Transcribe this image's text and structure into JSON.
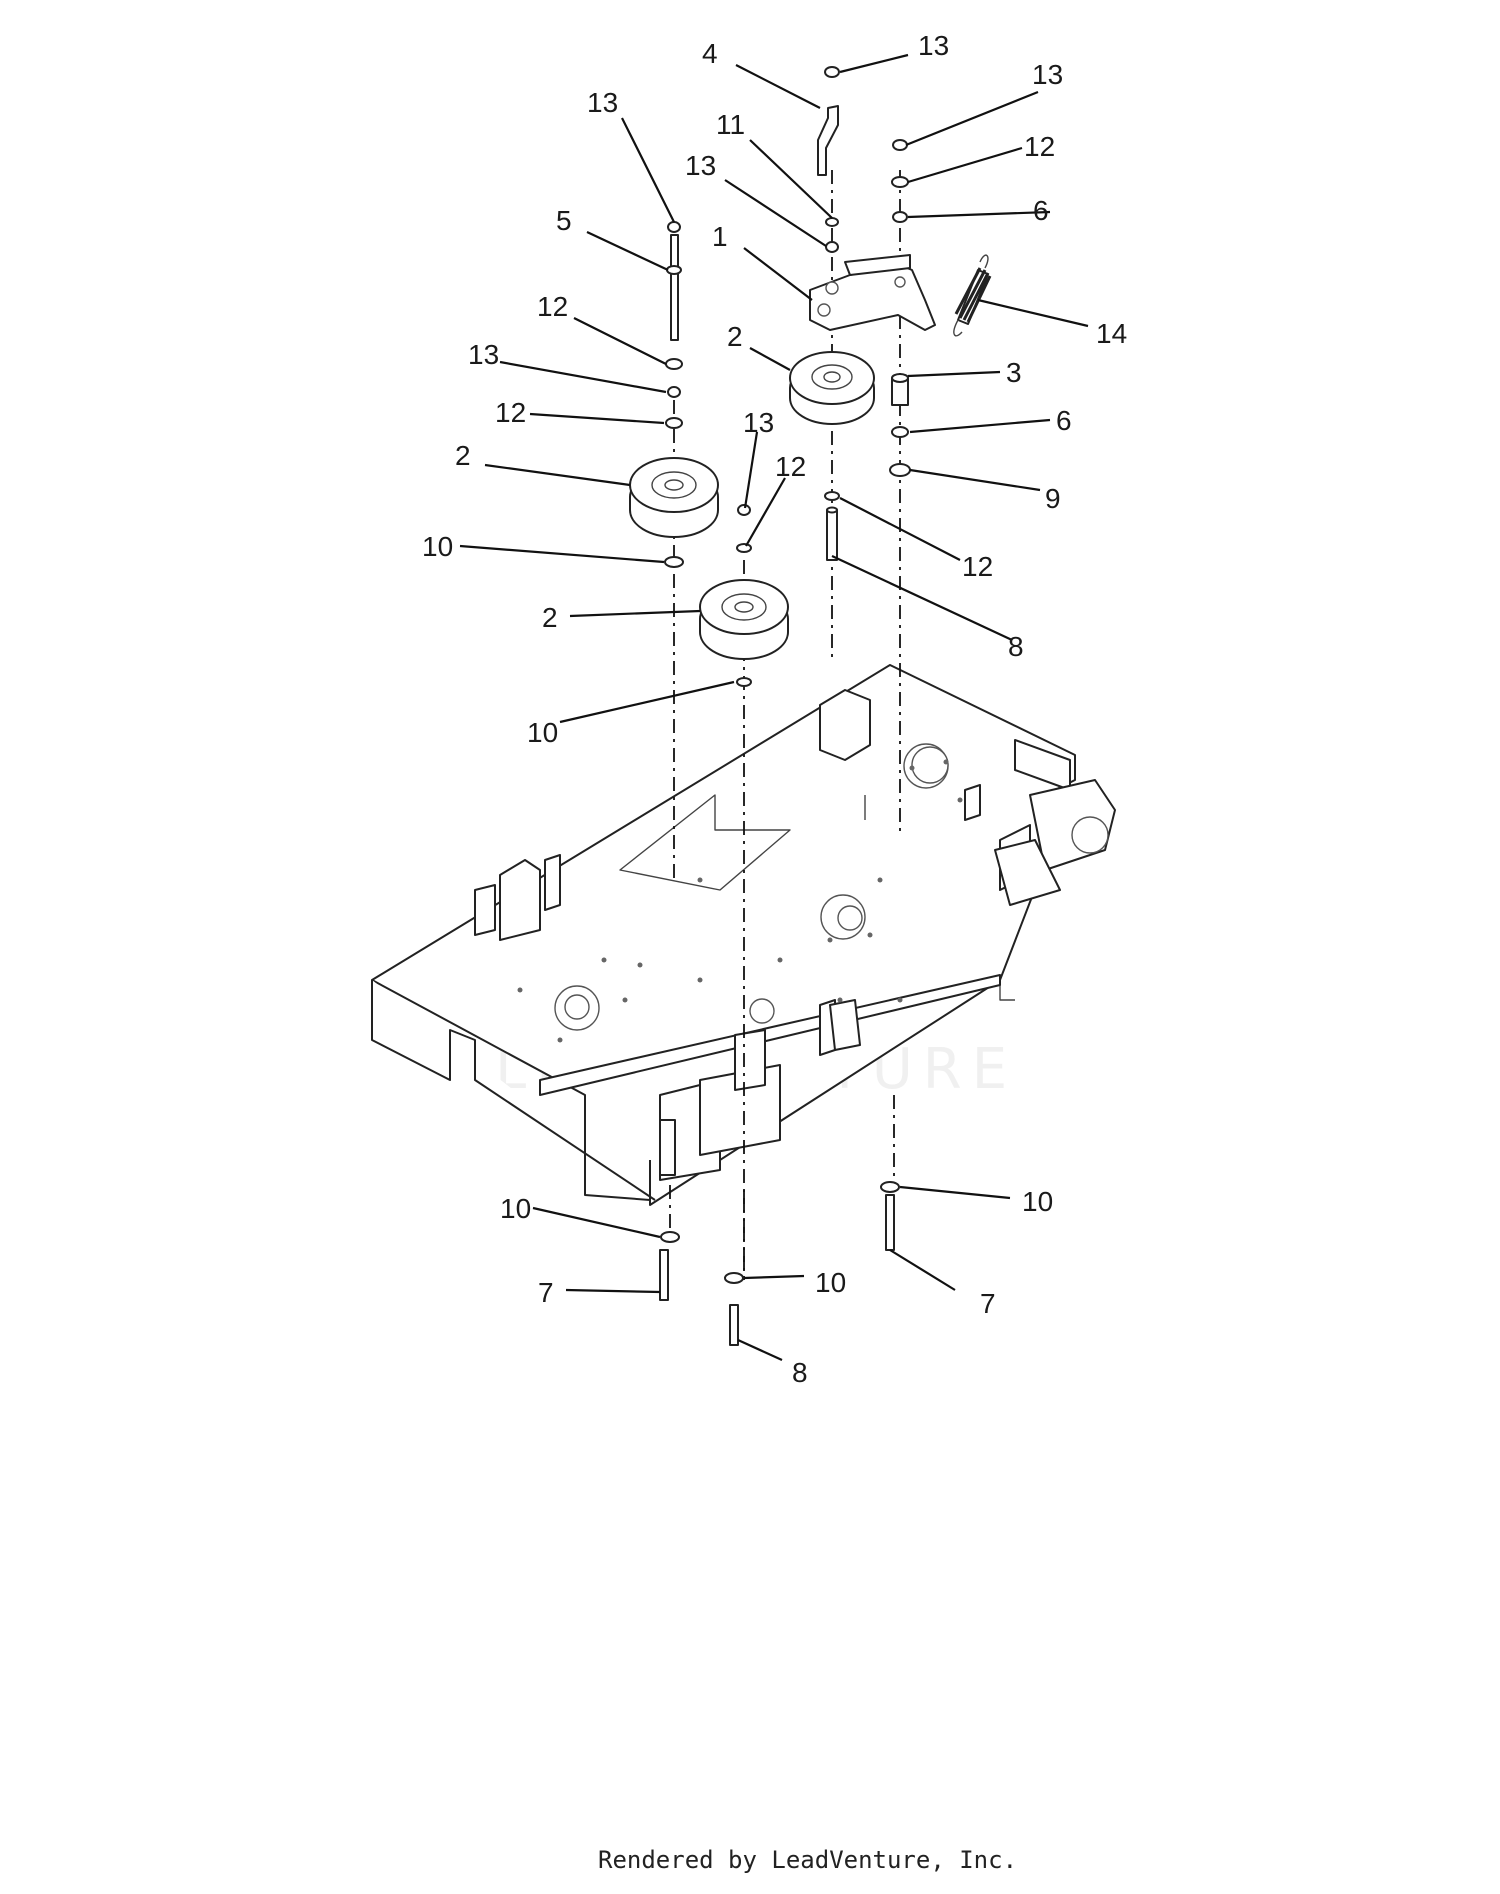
{
  "callouts": [
    {
      "label": "13"
    },
    {
      "label": "4"
    },
    {
      "label": "13"
    },
    {
      "label": "13"
    },
    {
      "label": "11"
    },
    {
      "label": "12"
    },
    {
      "label": "13"
    },
    {
      "label": "6"
    },
    {
      "label": "5"
    },
    {
      "label": "1"
    },
    {
      "label": "14"
    },
    {
      "label": "12"
    },
    {
      "label": "2"
    },
    {
      "label": "13"
    },
    {
      "label": "3"
    },
    {
      "label": "12"
    },
    {
      "label": "6"
    },
    {
      "label": "2"
    },
    {
      "label": "13"
    },
    {
      "label": "12"
    },
    {
      "label": "9"
    },
    {
      "label": "10"
    },
    {
      "label": "12"
    },
    {
      "label": "2"
    },
    {
      "label": "8"
    },
    {
      "label": "10"
    },
    {
      "label": "10"
    },
    {
      "label": "10"
    },
    {
      "label": "7"
    },
    {
      "label": "10"
    },
    {
      "label": "7"
    },
    {
      "label": "8"
    }
  ],
  "watermark": {
    "text": "LEADVENTURE",
    "logo_icon": "leadventure-flame-v-logo"
  },
  "footer": {
    "text": "Rendered by LeadVenture, Inc."
  }
}
